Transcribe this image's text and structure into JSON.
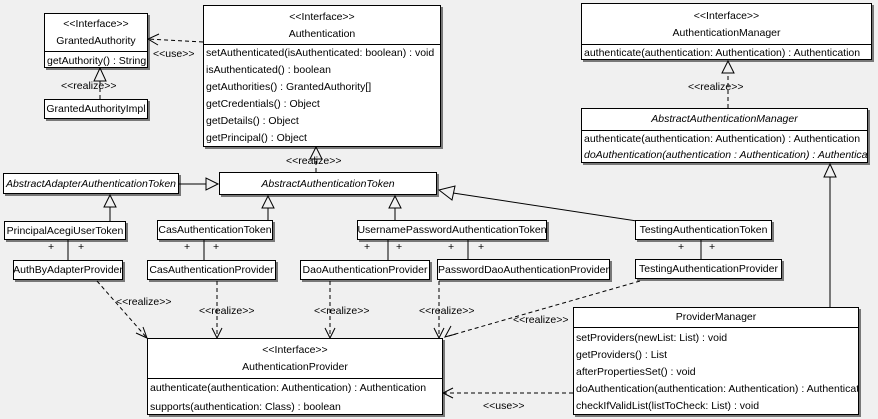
{
  "diagram": {
    "stereotype_interface": "<<Interface>>",
    "labels": {
      "use": "<<use>>",
      "realize": "<<realize>>",
      "plus": "+"
    },
    "colors": {
      "background": "#f0f0f0",
      "box_fill": "#ffffff",
      "line": "#000000"
    },
    "classes": {
      "granted_authority": {
        "name": "GrantedAuthority",
        "methods": [
          "getAuthority() : String"
        ]
      },
      "granted_authority_impl": {
        "name": "GrantedAuthorityImpl"
      },
      "authentication": {
        "name": "Authentication",
        "methods": [
          "setAuthenticated(isAuthenticated: boolean) : void",
          "isAuthenticated() : boolean",
          "getAuthorities() : GrantedAuthority[]",
          "getCredentials() : Object",
          "getDetails() : Object",
          "getPrincipal() : Object"
        ]
      },
      "authentication_manager": {
        "name": "AuthenticationManager",
        "methods": [
          "authenticate(authentication: Authentication) : Authentication"
        ]
      },
      "abstract_authentication_manager": {
        "name": "AbstractAuthenticationManager",
        "methods": [
          "authenticate(authentication: Authentication) : Authentication",
          "doAuthentication(authentication : Authentication) : Authentication"
        ]
      },
      "abstract_adapter_authentication_token": {
        "name": "AbstractAdapterAuthenticationToken"
      },
      "abstract_authentication_token": {
        "name": "AbstractAuthenticationToken"
      },
      "principal_acegi_user_token": {
        "name": "PrincipalAcegiUserToken"
      },
      "cas_authentication_token": {
        "name": "CasAuthenticationToken"
      },
      "username_password_authentication_token": {
        "name": "UsernamePasswordAuthenticationToken"
      },
      "testing_authentication_token": {
        "name": "TestingAuthenticationToken"
      },
      "auth_by_adapter_provider": {
        "name": "AuthByAdapterProvider"
      },
      "cas_authentication_provider": {
        "name": "CasAuthenticationProvider"
      },
      "dao_authentication_provider": {
        "name": "DaoAuthenticationProvider"
      },
      "password_dao_authentication_provider": {
        "name": "PasswordDaoAuthenticationProvider"
      },
      "testing_authentication_provider": {
        "name": "TestingAuthenticationProvider"
      },
      "authentication_provider": {
        "name": "AuthenticationProvider",
        "methods": [
          "authenticate(authentication: Authentication) : Authentication",
          "supports(authentication: Class) : boolean"
        ]
      },
      "provider_manager": {
        "name": "ProviderManager",
        "methods": [
          "setProviders(newList: List) : void",
          "getProviders() : List",
          "afterPropertiesSet() : void",
          "doAuthentication(authentication: Authentication) : Authentication",
          "checkIfValidList(listToCheck: List) : void"
        ]
      }
    }
  }
}
